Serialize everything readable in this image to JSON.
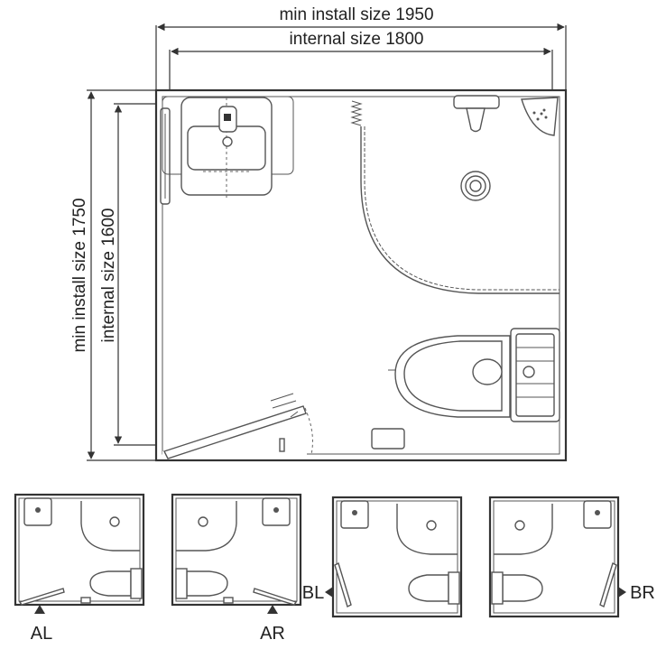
{
  "dimensions": {
    "min_install_width": "min install size 1950",
    "internal_width": "internal size 1800",
    "min_install_depth": "min install size 1750",
    "internal_depth": "internal size 1600"
  },
  "variants": {
    "al": "AL",
    "ar": "AR",
    "bl": "BL",
    "br": "BR"
  }
}
